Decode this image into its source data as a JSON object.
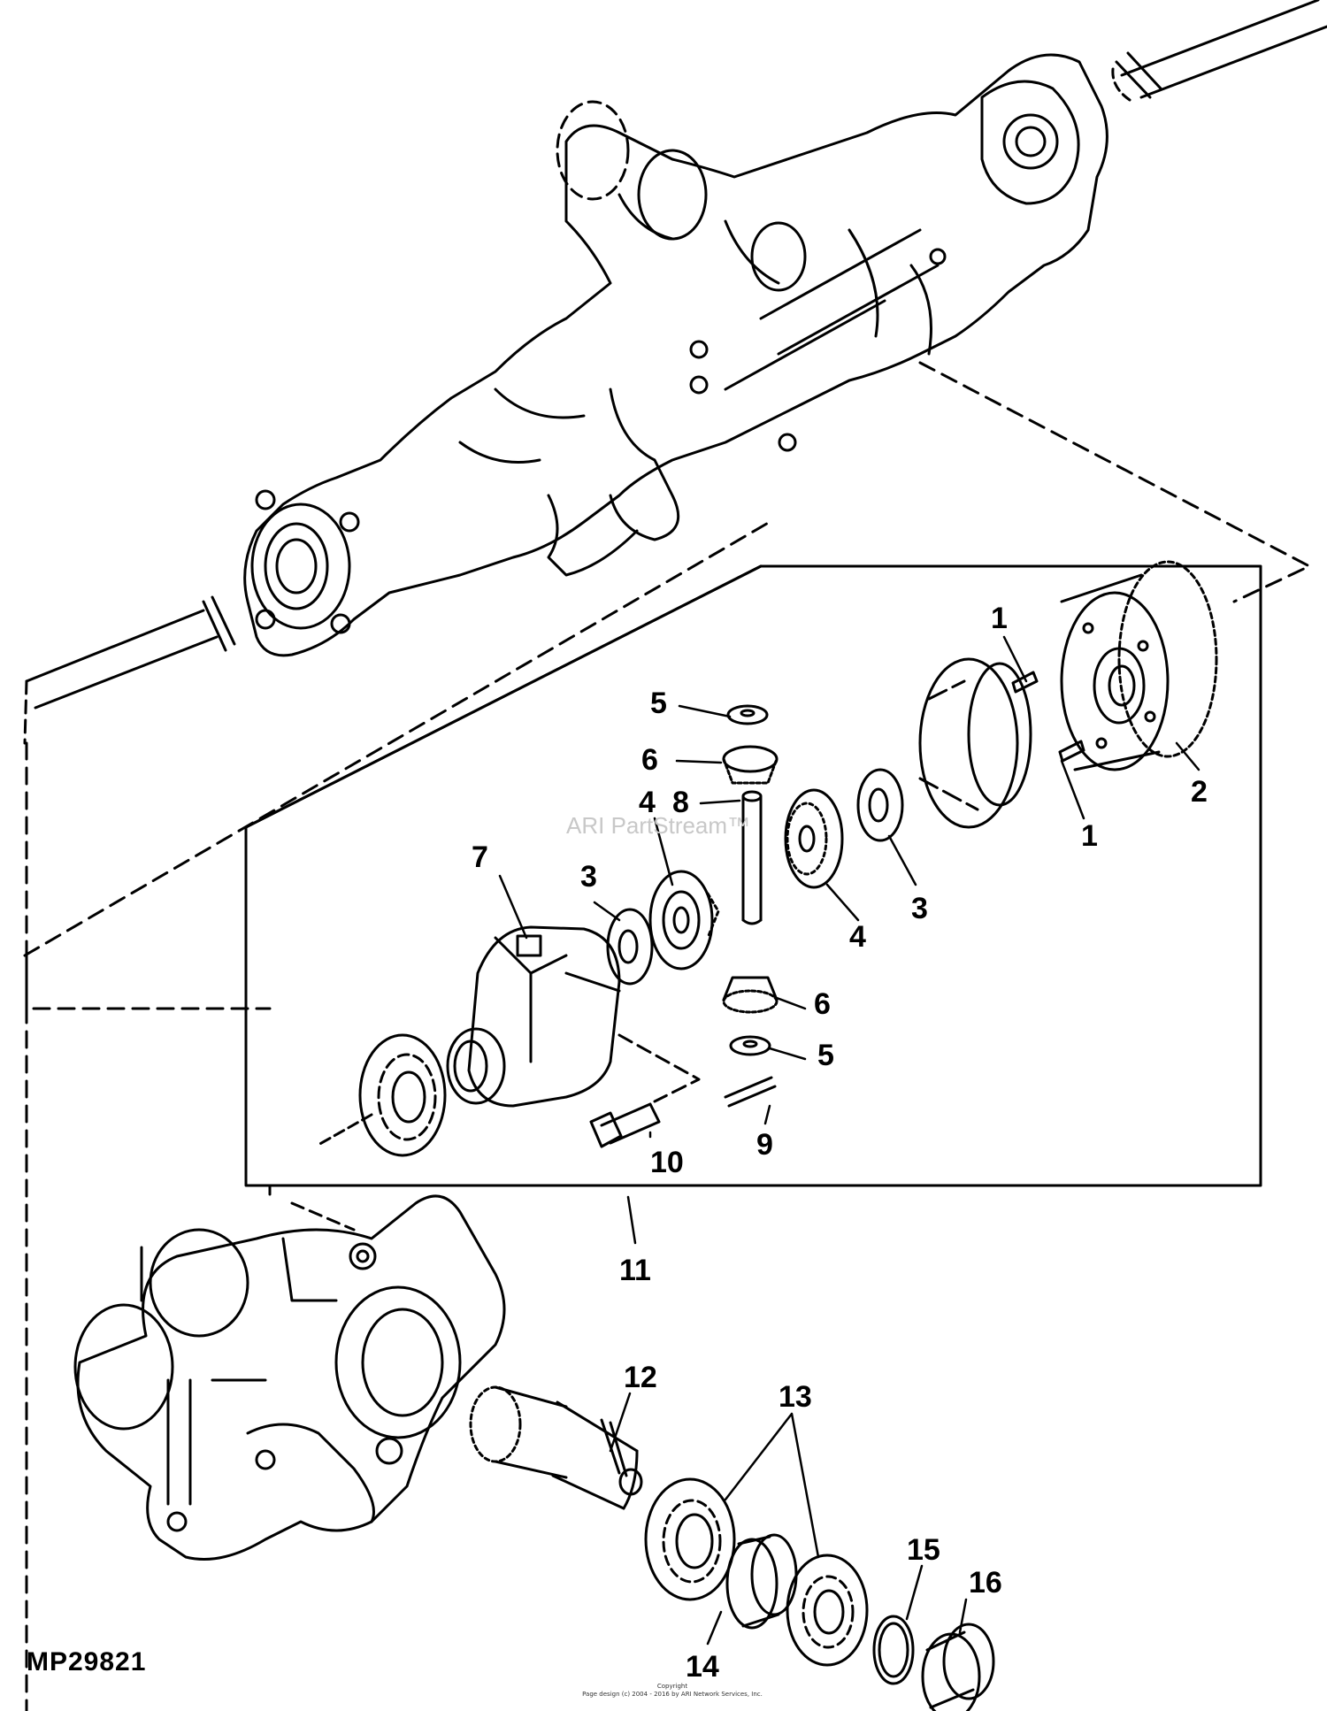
{
  "figure": {
    "id": "MP29821",
    "watermark": "ARI PartStream™",
    "copyright_line1": "Copyright",
    "copyright_line2": "Page design (c) 2004 - 2016 by ARI Network Services, Inc."
  },
  "callouts": {
    "c1a": "1",
    "c1b": "1",
    "c2": "2",
    "c3a": "3",
    "c3b": "3",
    "c4a": "4",
    "c4b": "4",
    "c5a": "5",
    "c5b": "5",
    "c6a": "6",
    "c6b": "6",
    "c7": "7",
    "c8": "8",
    "c9": "9",
    "c10": "10",
    "c11": "11",
    "c12": "12",
    "c13": "13",
    "c14": "14",
    "c15": "15",
    "c16": "16"
  },
  "colors": {
    "line": "#000000",
    "watermark": "#c8c8c8",
    "background": "#ffffff"
  }
}
